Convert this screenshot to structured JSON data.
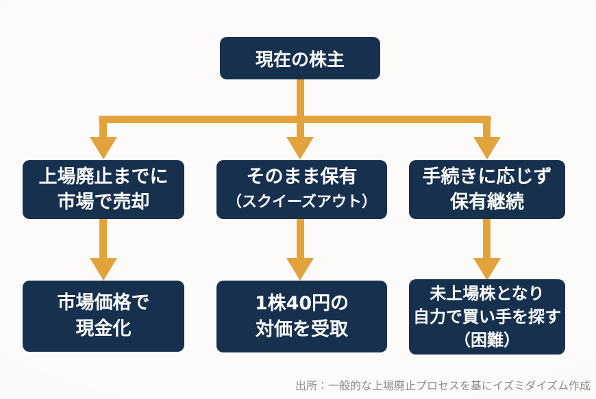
{
  "colors": {
    "background": "#FBFAF8",
    "node": "#16304E",
    "node_text": "#FFFFFF",
    "arrow": "#E2A23C",
    "source_text": "#8A8A86"
  },
  "flow": {
    "root": {
      "label": "現在の株主"
    },
    "branches": [
      {
        "option": {
          "lines": [
            "上場廃止までに",
            "市場で売却"
          ]
        },
        "outcome": {
          "lines": [
            "市場価格で",
            "現金化"
          ]
        }
      },
      {
        "option": {
          "lines": [
            "そのまま保有",
            "（スクイーズアウト）"
          ]
        },
        "outcome": {
          "lines": [
            "1株40円の",
            "対価を受取"
          ]
        }
      },
      {
        "option": {
          "lines": [
            "手続きに応じず",
            "保有継続"
          ]
        },
        "outcome": {
          "lines": [
            "未上場株となり",
            "自力で買い手を探す",
            "（困難）"
          ]
        }
      }
    ]
  },
  "source_note": "出所：一般的な上場廃止プロセスを基にイズミダイズム作成"
}
